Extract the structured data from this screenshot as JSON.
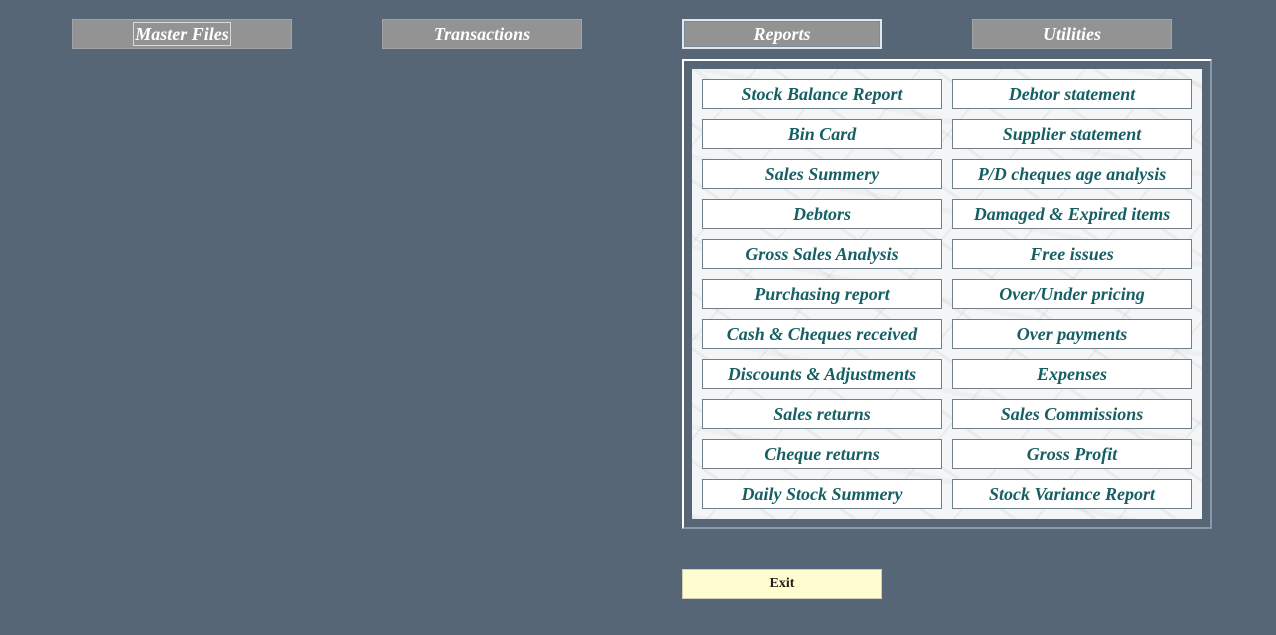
{
  "menu": {
    "master_files": "Master Files",
    "transactions": "Transactions",
    "reports": "Reports",
    "utilities": "Utilities"
  },
  "reports": {
    "left": [
      "Stock Balance Report",
      "Bin Card",
      "Sales Summery",
      "Debtors",
      "Gross Sales Analysis",
      "Purchasing report",
      "Cash & Cheques received",
      "Discounts & Adjustments",
      "Sales returns",
      "Cheque returns",
      "Daily Stock Summery"
    ],
    "right": [
      "Debtor statement",
      "Supplier statement",
      "P/D cheques age analysis",
      "Damaged & Expired items",
      "Free issues",
      "Over/Under pricing",
      "Over payments",
      "Expenses",
      "Sales Commissions",
      "Gross Profit",
      "Stock Variance Report"
    ]
  },
  "exit_label": "Exit",
  "colors": {
    "background": "#566677",
    "menu_button": "#939393",
    "report_text": "#155f62",
    "exit_button": "#fffdcf"
  }
}
